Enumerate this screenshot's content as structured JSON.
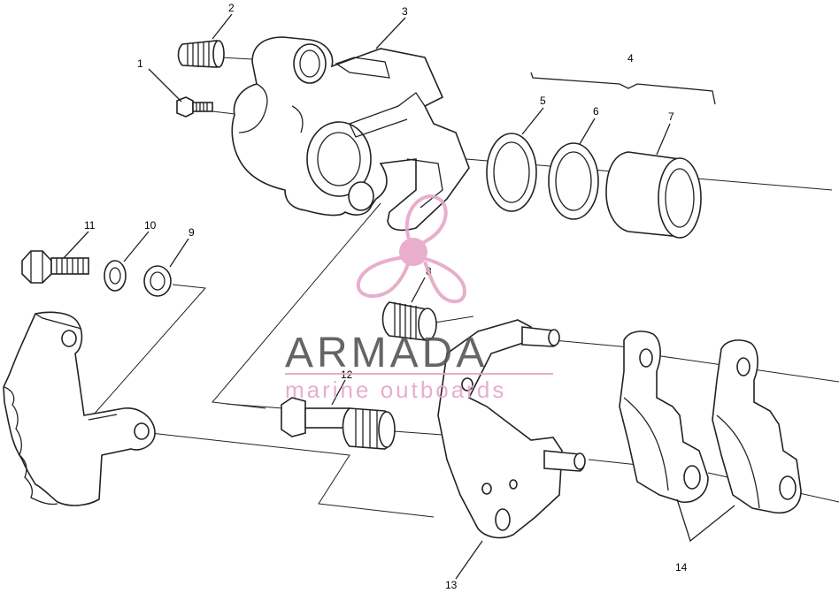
{
  "callouts": {
    "c1": "1",
    "c2": "2",
    "c3": "3",
    "c4": "4",
    "c5": "5",
    "c6": "6",
    "c7": "7",
    "c8": "8",
    "c9": "9",
    "c10": "10",
    "c11": "11",
    "c12": "12",
    "c13": "13",
    "c14": "14"
  },
  "watermark": {
    "title": "ARMADA",
    "subtitle": "marine outboards",
    "logo_color": "#e6a6c7",
    "text_color": "#555555"
  }
}
